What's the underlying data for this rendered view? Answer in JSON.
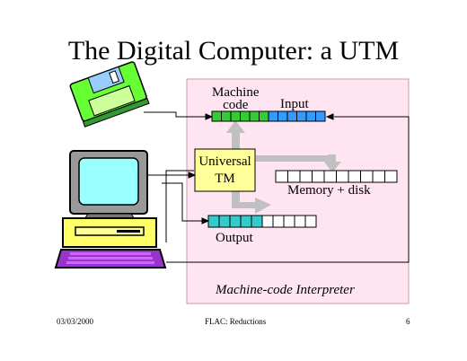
{
  "slide": {
    "title": "The Digital Computer: a UTM",
    "labels": {
      "machine_code": [
        "Machine",
        "code"
      ],
      "input": "Input",
      "universal_tm": [
        "Universal",
        "TM"
      ],
      "memory": "Memory + disk",
      "output": "Output",
      "interpreter": "Machine-code Interpreter"
    },
    "tapes": {
      "code_cells": 6,
      "input_cells": 6,
      "memory_cells": 10,
      "output_filled": 5,
      "output_empty": 5
    },
    "footer": {
      "date": "03/03/2000",
      "course": "FLAC: Reductions",
      "page": "6"
    },
    "colors": {
      "interpreter_bg": "#FFE5F2",
      "tm_box": "#FFFF99",
      "code_cell": "#33CC33",
      "input_cell": "#3399FF",
      "output_cell": "#33CCCC",
      "floppy_body": "#66FF33",
      "monitor_screen": "#99FFFF",
      "keyboard": "#9933CC",
      "keyboard_keys": "#CC66FF",
      "cpu_case": "#FFFF66",
      "arrow_gray": "#C0C0C0"
    }
  }
}
